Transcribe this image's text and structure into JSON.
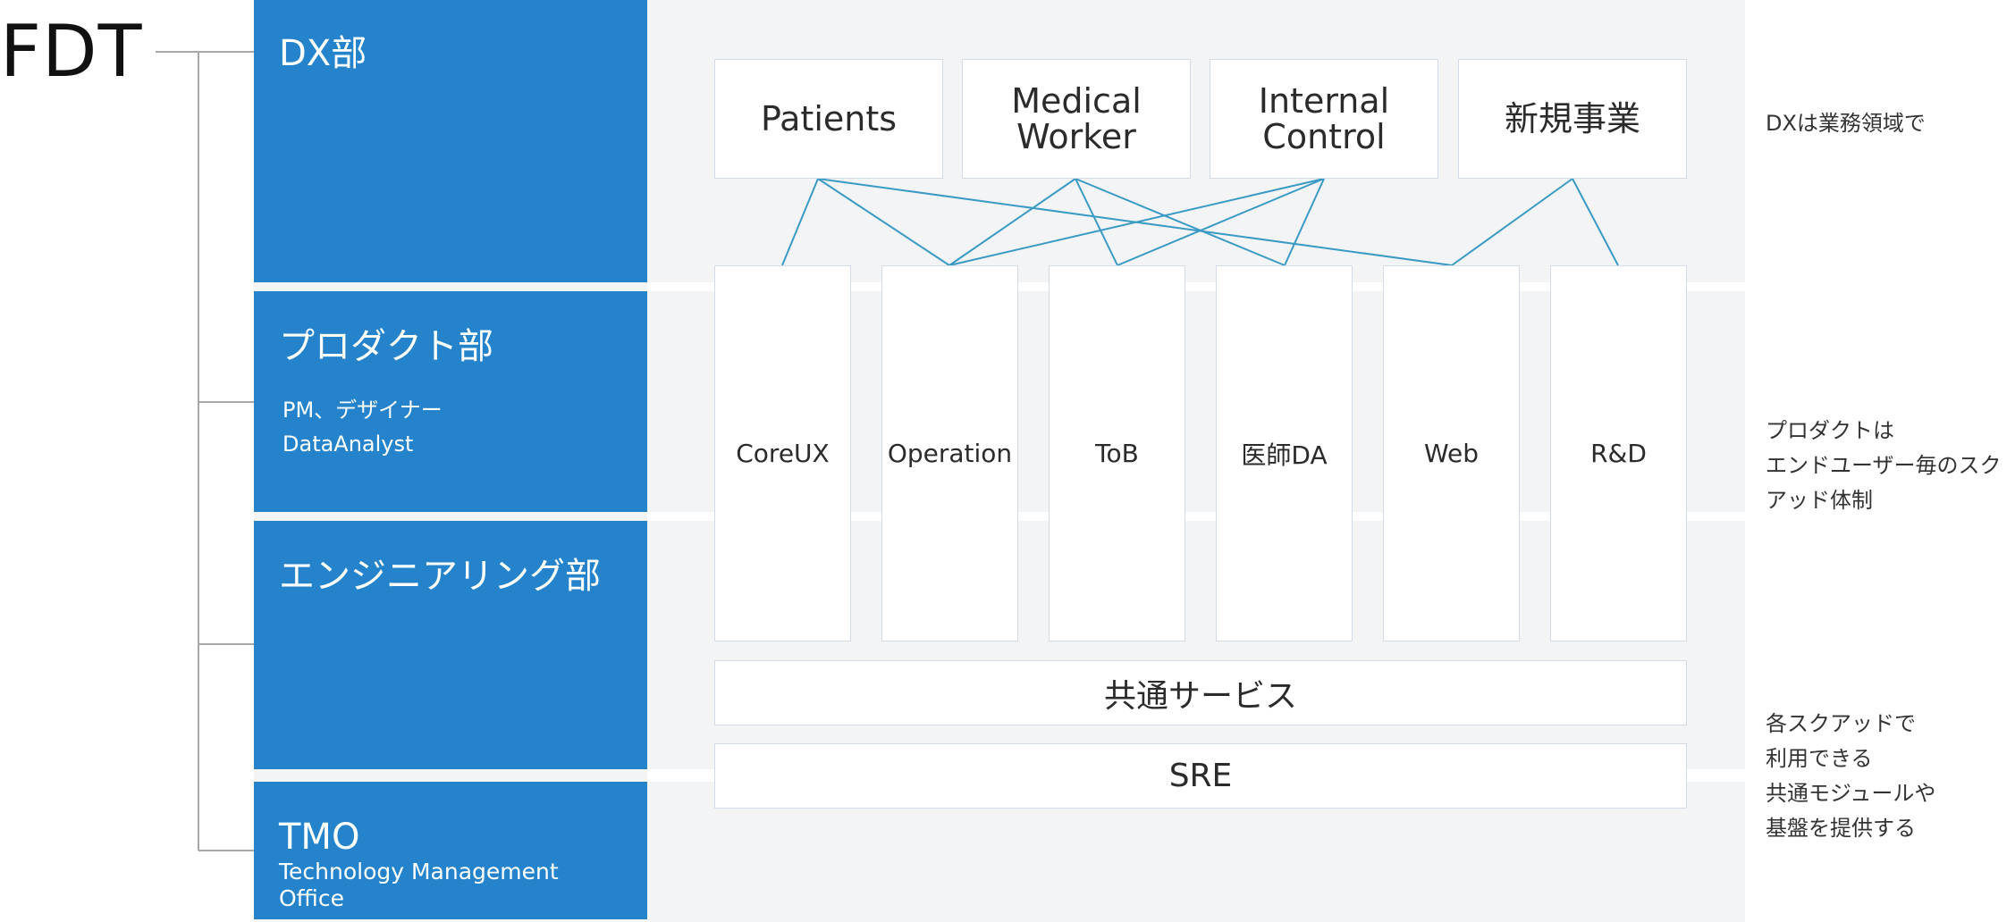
{
  "root": {
    "label": "FDT"
  },
  "departments": [
    {
      "title": "DX部",
      "subtitle": []
    },
    {
      "title": "プロダクト部",
      "subtitle": [
        "PM、デザイナー",
        "DataAnalyst"
      ]
    },
    {
      "title": "エンジニアリング部",
      "subtitle": []
    },
    {
      "title": "TMO",
      "subtitle": [
        "Technology Management Office"
      ]
    }
  ],
  "domains": [
    "Patients",
    "Medical\nWorker",
    "Internal\nControl",
    "新規事業"
  ],
  "squads": [
    "CoreUX",
    "Operation",
    "ToB",
    "医師DA",
    "Web",
    "R&D"
  ],
  "shared": {
    "common_services": "共通サービス",
    "sre": "SRE"
  },
  "notes": {
    "dx": [
      "DXは業務領域で"
    ],
    "product": [
      "プロダクトは",
      "エンドユーザー毎のスク",
      "アッド体制"
    ],
    "platform": [
      "各スクアッドで",
      "利用できる",
      "共通モジュールや",
      "基盤を提供する"
    ]
  },
  "links": [
    {
      "from": "Patients",
      "to": "CoreUX"
    },
    {
      "from": "Patients",
      "to": "Operation"
    },
    {
      "from": "Patients",
      "to": "Web"
    },
    {
      "from": "Medical Worker",
      "to": "Operation"
    },
    {
      "from": "Medical Worker",
      "to": "ToB"
    },
    {
      "from": "Medical Worker",
      "to": "医師DA"
    },
    {
      "from": "Internal Control",
      "to": "Operation"
    },
    {
      "from": "Internal Control",
      "to": "ToB"
    },
    {
      "from": "Internal Control",
      "to": "医師DA"
    },
    {
      "from": "新規事業",
      "to": "Web"
    },
    {
      "from": "新規事業",
      "to": "R&D"
    }
  ],
  "colors": {
    "department": "#2483cb",
    "panel": "#f3f4f6",
    "link": "#3a9ac4",
    "tree": "#a8a8a8",
    "box_border": "#d3dce6"
  }
}
